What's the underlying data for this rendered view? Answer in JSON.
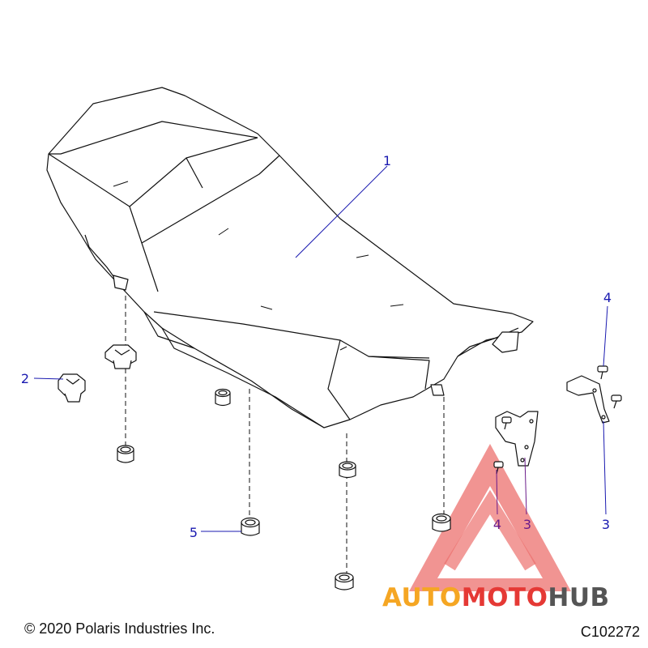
{
  "callouts": [
    {
      "id": "1",
      "label": "1"
    },
    {
      "id": "2",
      "label": "2"
    },
    {
      "id": "3",
      "label": "3"
    },
    {
      "id": "3b",
      "label": "3"
    },
    {
      "id": "4",
      "label": "4"
    },
    {
      "id": "4b",
      "label": "4"
    },
    {
      "id": "5",
      "label": "5"
    }
  ],
  "footer": {
    "copyright": "© 2020 Polaris Industries Inc.",
    "diagram_code": "C102272"
  },
  "watermark": {
    "text": "AUTOMOTOHUB",
    "part1": "AUTO",
    "part2": "MOTO",
    "part3": "HUB"
  },
  "colors": {
    "callout_blue": "#1a1ab0",
    "callout_purple": "#6a1b8a",
    "watermark_red": "#e53935",
    "watermark_orange": "#f5a623",
    "watermark_gray": "#555555",
    "line_art": "#111111"
  }
}
